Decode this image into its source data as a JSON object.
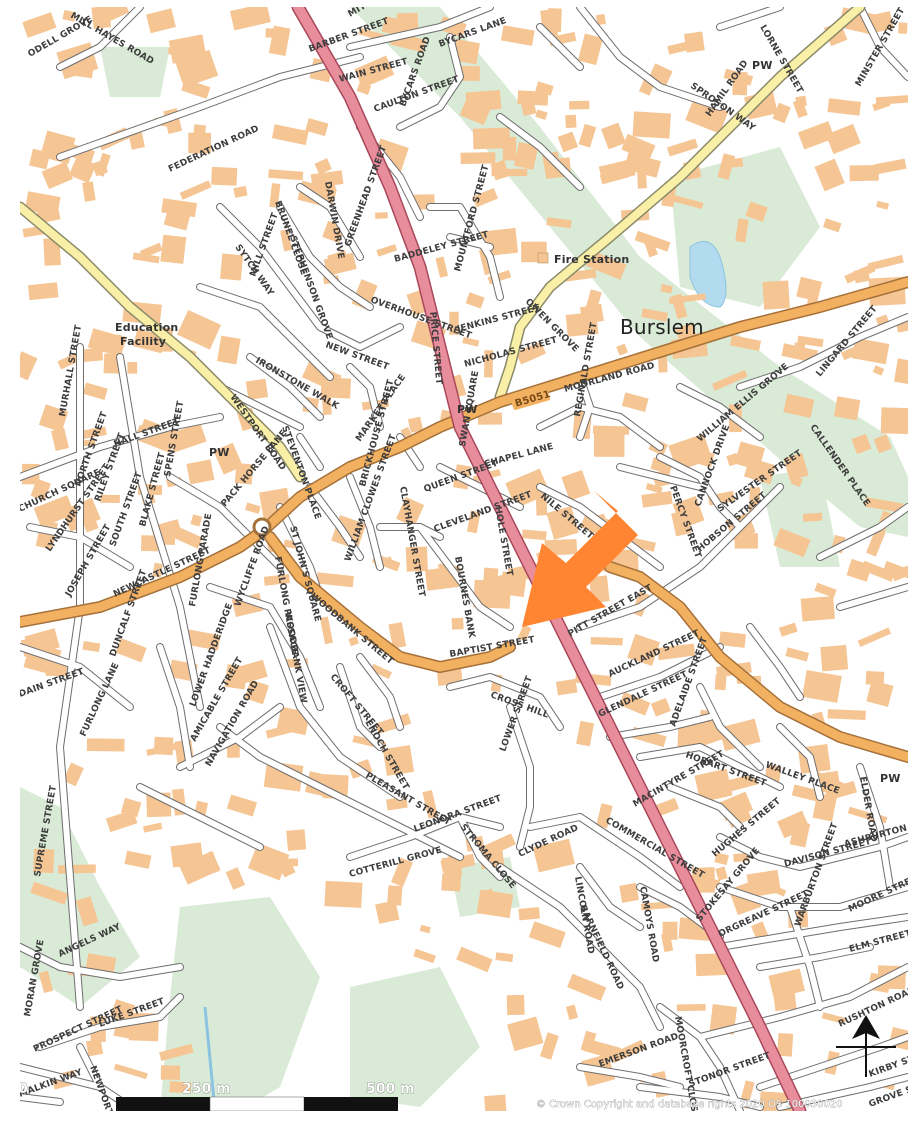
{
  "place": {
    "name": "Burslem"
  },
  "pois": [
    {
      "id": "fire-station",
      "label": "Fire Station"
    },
    {
      "id": "education",
      "label": "Education Facility"
    },
    {
      "id": "pw",
      "label": "PW"
    }
  ],
  "road_number": "B5051",
  "streets": [
    "MILL HAYES ROAD",
    "ODELL GROVE",
    "BARBER STREET",
    "MITCHELL STREET",
    "BYCARS LANE",
    "WAIN STREET",
    "CAULTON STREET",
    "BYCARS ROAD",
    "LORNE STREET",
    "SPROSON WAY",
    "HAMIL ROAD",
    "MINSTER STREET",
    "FEDERATION ROAD",
    "BRUNEL CLOSE",
    "DARWIN DRIVE",
    "STEPHENSON GROVE",
    "GREENHEAD STREET",
    "BADDELEY STREET",
    "MOUNTFORD STREET",
    "SYTCH WAY",
    "MILL STREET",
    "OVERHOUSE STREET",
    "PRICE STREET",
    "JENKINS STREET",
    "OWEN GROVE",
    "NEW STREET",
    "NICHOLAS STREET",
    "IRONSTONE WALK",
    "MOORLAND ROAD",
    "LINGARD STREET",
    "MURHALL STREET",
    "WESTPORT ROAD",
    "MARKET PLACE",
    "STEVENTON PLACE",
    "SWAN SQUARE",
    "REGINALD STREET",
    "WILLIAM ELLIS GROVE",
    "CALLENDER PLACE",
    "HALL STREET",
    "NORTH STREET",
    "RILEY STREET",
    "SPENS STREET",
    "CHAPEL LANE",
    "PERCY STREET",
    "CANNOCK DRIVE",
    "CHURCH SQUARE",
    "SOUTH STREET",
    "BLAKE STREET",
    "PACK HORSE LANE",
    "ST JOHN'S SQUARE",
    "BRICKHOUSE STREET",
    "CLAYHANGER STREET",
    "QUEEN STREET",
    "HOLE STREET",
    "NILE STREET",
    "SYLVESTER STREET",
    "LYNDHURST STREET",
    "FURLONG PASSAGE",
    "WILLIAM CLOWES STREET",
    "CLEVELAND STREET",
    "HOBSON STREET",
    "JOSEPH STREET",
    "NEWCASTLE STREET",
    "WYCLIFFE ROAD",
    "BOURNES BANK",
    "FURLONG PARADE",
    "WOODBANK STREET",
    "WOODBANK VIEW",
    "PITT STREET EAST",
    "DUNCALF STREET",
    "BAPTIST STREET",
    "AUCKLAND STREET",
    "LOWER HADDERIDGE",
    "CROFT STREET",
    "CROSS HILL",
    "DAIN STREET",
    "FURLONG LANE",
    "AMICABLE STREET",
    "ENOCH STREET",
    "GLENDALE STREET",
    "ADELAIDE STREET",
    "NAVIGATION ROAD",
    "LOWER STREET",
    "HOBART STREET",
    "WALLEY PLACE",
    "ELDER ROAD",
    "PLEASANT STREET",
    "MACINTYRE STREET",
    "LEONORA STREET",
    "STROMA CLOSE",
    "HUGHES STREET",
    "COTTERILL GROVE",
    "CLYDE ROAD",
    "COMMERCIAL STREET",
    "DAVISON STREET",
    "ASHBURTON STREET",
    "SUPREME STREET",
    "LINCOLN ROAD",
    "STOKESAY GROVE",
    "ANGELS WAY",
    "CAMOYS ROAD",
    "BARNFIELD ROAD",
    "MOORE STREET",
    "ORGREAVE STREET",
    "WARBURTON STREET",
    "ELM STREET",
    "MORAN GROVE",
    "PROSPECT STREET",
    "LUKE STREET",
    "NEWPORT LANE",
    "MOORCROFT CLOSE",
    "RUSHTON ROAD",
    "MALKIN WAY",
    "EMERSON ROAD",
    "STONOR STREET",
    "KIRBY STREET",
    "GROVE STREET"
  ],
  "scale": {
    "ticks": [
      "0",
      "250 m",
      "500 m"
    ]
  },
  "copyright": "© Crown Copyright and database rights 2020 OS 100030020",
  "colors": {
    "building": "#f5c594",
    "green": "#d9ebd6",
    "water": "#b3dbef",
    "a_road": "#e88d9c",
    "b_road": "#f2b061",
    "minor_road": "#f9efa6",
    "street": "#ffffff",
    "arrow": "#ff8532"
  }
}
